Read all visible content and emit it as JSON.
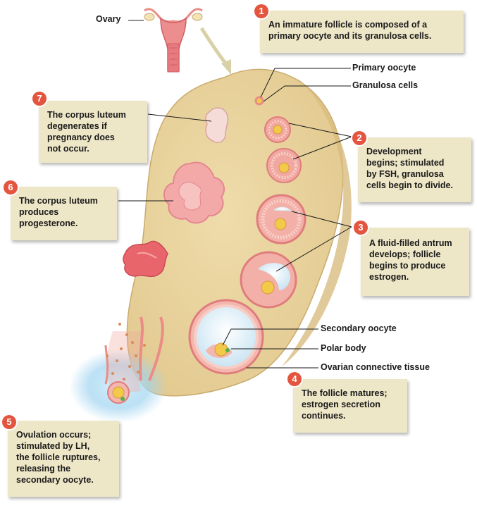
{
  "labels": {
    "ovary": "Ovary",
    "primary_oocyte": "Primary oocyte",
    "granulosa_cells": "Granulosa cells",
    "secondary_oocyte": "Secondary oocyte",
    "polar_body": "Polar body",
    "connective_tissue": "Ovarian connective tissue"
  },
  "steps": [
    {
      "num": "1",
      "text": "An immature follicle is composed of a\nprimary oocyte and its granulosa cells."
    },
    {
      "num": "2",
      "text": "Development\nbegins; stimulated\nby FSH, granulosa\ncells begin to divide."
    },
    {
      "num": "3",
      "text": "A fluid-filled antrum\ndevelops; follicle\nbegins to produce\nestrogen."
    },
    {
      "num": "4",
      "text": "The follicle matures;\nestrogen secretion\ncontinues."
    },
    {
      "num": "5",
      "text": "Ovulation occurs;\nstimulated by LH,\nthe follicle ruptures,\nreleasing the\nsecondary oocyte."
    },
    {
      "num": "6",
      "text": "The corpus luteum\nproduces\nprogesterone."
    },
    {
      "num": "7",
      "text": "The corpus luteum\ndegenerates if\npregnancy does\nnot occur."
    }
  ],
  "colors": {
    "ovary_tissue": "#e8d49f",
    "ovary_edge": "#c9ab6e",
    "follicle_pink": "#e98d86",
    "antrum_blue": "#d8ecf6",
    "oocyte_yellow": "#f3c94a",
    "callout_bg": "#ede6c7",
    "badge_red": "#e4553f"
  }
}
